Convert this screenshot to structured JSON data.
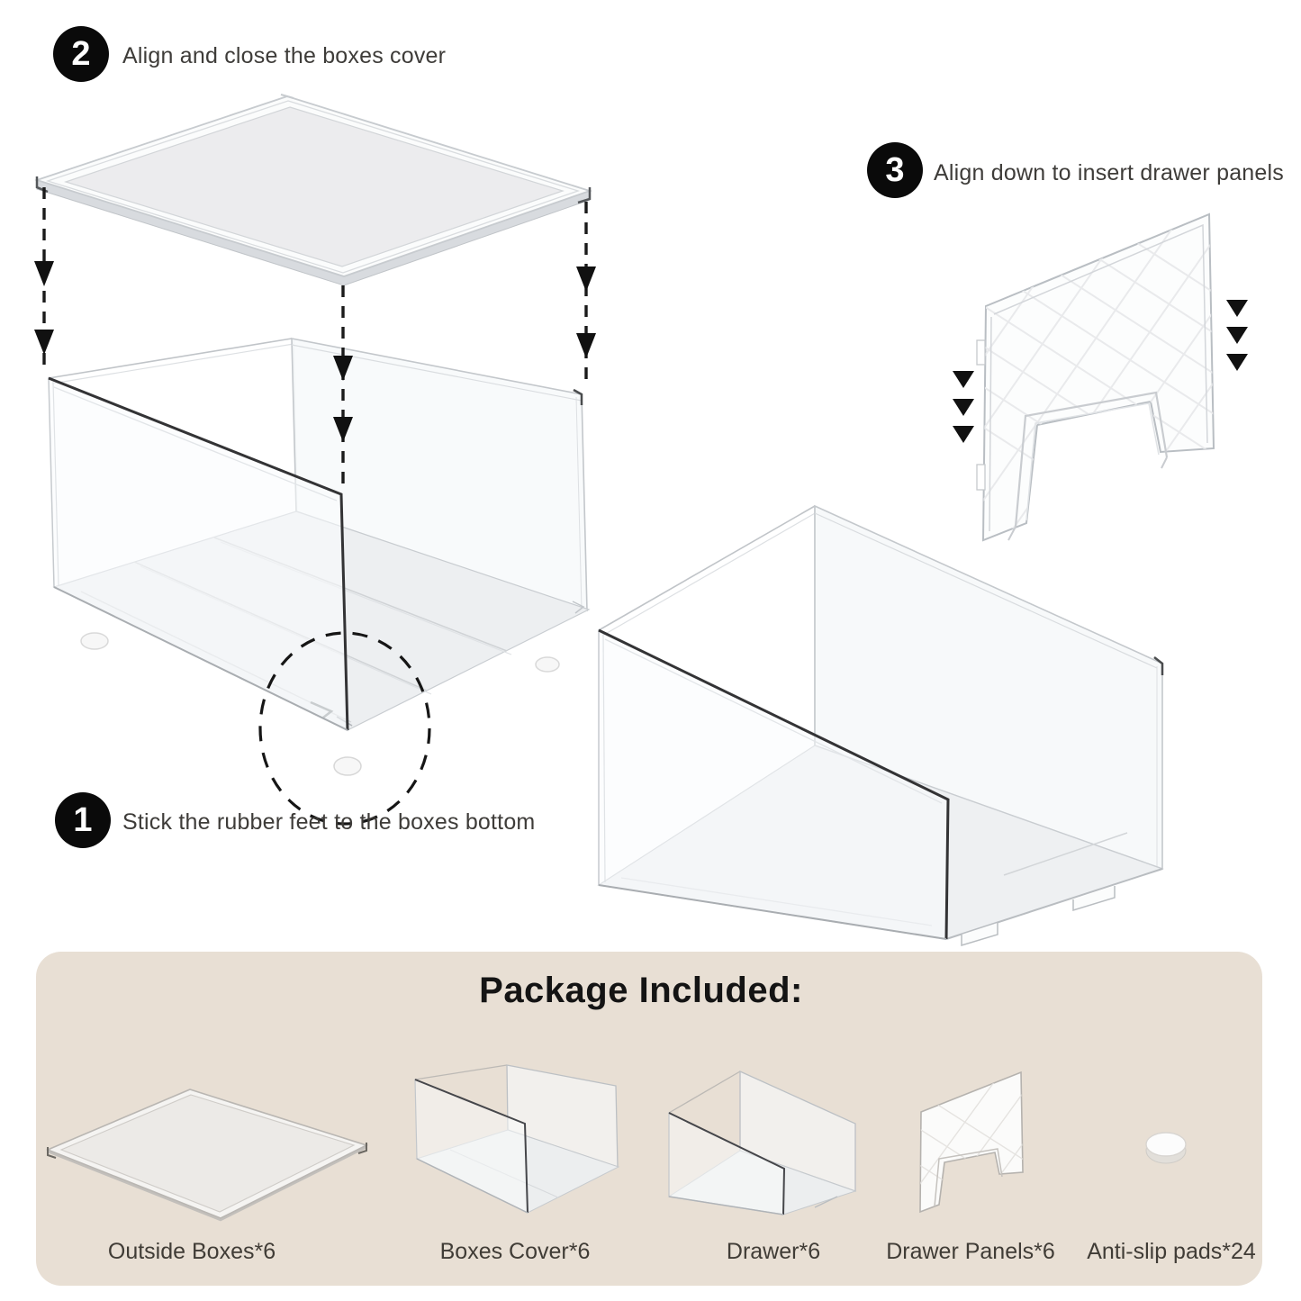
{
  "steps": [
    {
      "number": "1",
      "text": "Stick the rubber feet to the boxes bottom"
    },
    {
      "number": "2",
      "text": "Align and close the boxes cover"
    },
    {
      "number": "3",
      "text": "Align down to insert drawer panels"
    }
  ],
  "package": {
    "title": "Package Included:",
    "items": [
      {
        "label": "Outside Boxes*6"
      },
      {
        "label": "Boxes Cover*6"
      },
      {
        "label": "Drawer*6"
      },
      {
        "label": "Drawer Panels*6"
      },
      {
        "label": "Anti-slip pads*24"
      }
    ]
  },
  "icons": [
    "down-arrow-dashed-icon",
    "down-triangle-icon",
    "highlight-dashed-circle-icon"
  ],
  "colors": {
    "background": "#ffffff",
    "badge": "#0a0a0a",
    "badge_number": "#ffffff",
    "step_text": "#3e3c39",
    "panel_background": "#e8dfd4",
    "title_text": "#141414",
    "label_text": "#403c36",
    "line_dark": "#3a3a3c",
    "line_mid": "#b6bac0",
    "line_light": "#d9dce0",
    "surface_fill": "#edeff1"
  }
}
